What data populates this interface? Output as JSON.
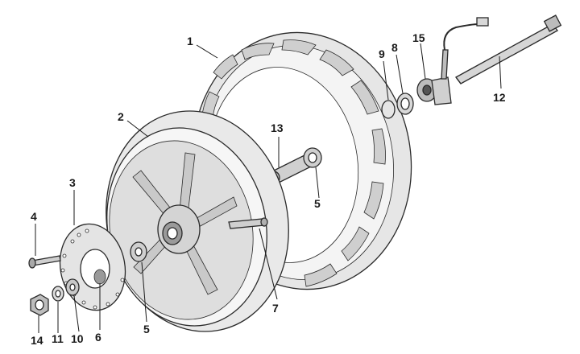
{
  "diagram": {
    "callouts": [
      "1",
      "2",
      "3",
      "4",
      "5",
      "5",
      "6",
      "7",
      "8",
      "9",
      "10",
      "11",
      "12",
      "13",
      "14",
      "15"
    ]
  },
  "colors": {
    "ink": "#2a2a2a",
    "shade": "#d9d9d9",
    "light": "#f2f2f2",
    "mid": "#bfbfbf",
    "dark": "#8a8a8a"
  }
}
